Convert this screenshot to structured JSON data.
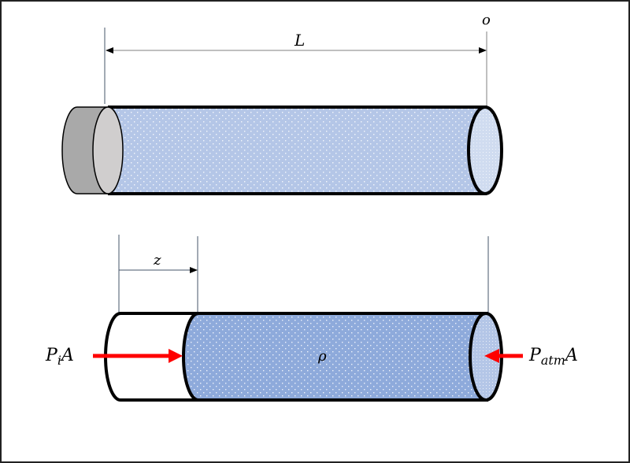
{
  "top_diagram": {
    "length_label": "L",
    "origin_label": "o"
  },
  "bottom_diagram": {
    "displacement_label": "z",
    "density_label": "ρ",
    "left_force": {
      "symbol": "P",
      "subscript": "i",
      "suffix": "A"
    },
    "right_force": {
      "symbol": "P",
      "subscript": "atm",
      "suffix": "A"
    }
  },
  "colors": {
    "fluid_top": "#b4c6e7",
    "fluid_bottom": "#8eaadb",
    "end_face": "#d0dcf0",
    "piston_side": "#a9a9a9",
    "piston_face": "#d0cece",
    "arrow": "#ff0000"
  }
}
